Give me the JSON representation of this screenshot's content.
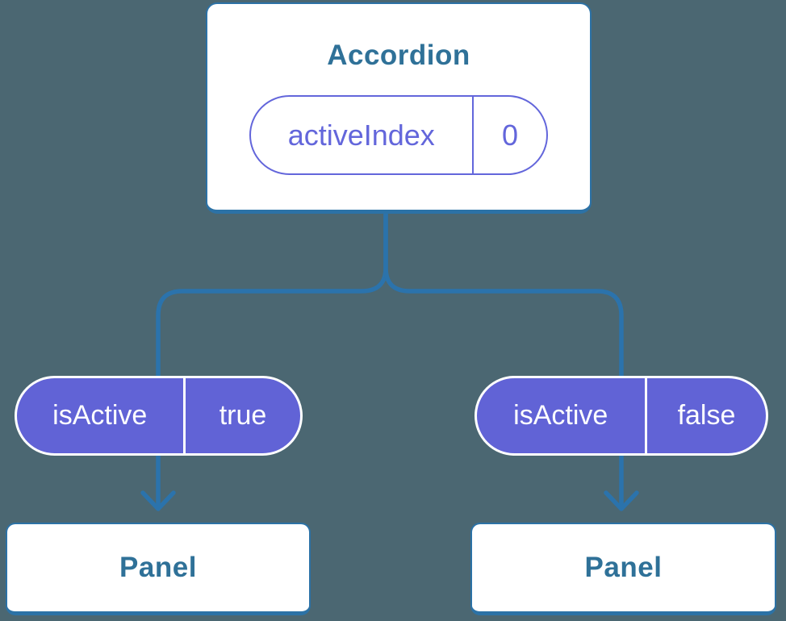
{
  "colors": {
    "background": "#4B6772",
    "card_background": "#FFFFFF",
    "card_border": "#2C72A6",
    "card_text": "#2F7198",
    "connector": "#2B73AC",
    "state_pill_accent": "#6366DB",
    "prop_pill_fill": "#6163D6",
    "prop_pill_text": "#FFFFFF"
  },
  "tree": {
    "root": {
      "title": "Accordion",
      "state": {
        "name": "activeIndex",
        "value": "0"
      }
    },
    "children": [
      {
        "prop": {
          "name": "isActive",
          "value": "true"
        },
        "title": "Panel"
      },
      {
        "prop": {
          "name": "isActive",
          "value": "false"
        },
        "title": "Panel"
      }
    ]
  }
}
